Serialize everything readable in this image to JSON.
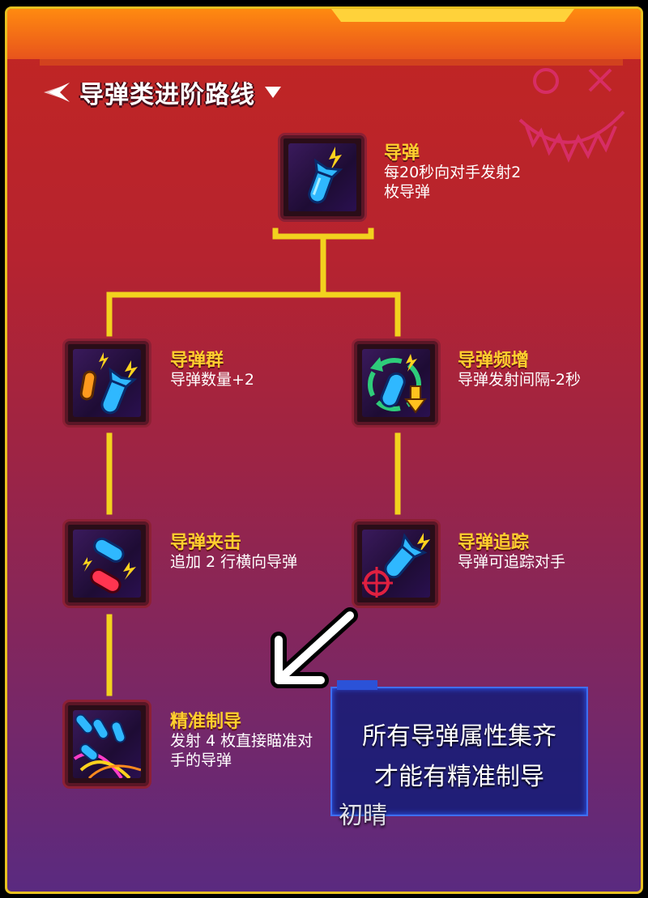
{
  "header": {
    "title": "导弹类进阶路线"
  },
  "colors": {
    "accent_yellow": "#ffcf2e",
    "line_yellow": "#f2d21e",
    "frame_yellow": "#e8c020",
    "caption_blue": "#2b52d8"
  },
  "nodes": [
    {
      "id": "missile",
      "title": "导弹",
      "desc": "每20秒向对手发射2枚导弹",
      "icon": "missile-icon"
    },
    {
      "id": "missile-swarm",
      "title": "导弹群",
      "desc": "导弹数量+2",
      "icon": "missile-swarm-icon"
    },
    {
      "id": "missile-frequency",
      "title": "导弹频增",
      "desc": "导弹发射间隔-2秒",
      "icon": "missile-frequency-icon"
    },
    {
      "id": "missile-pincer",
      "title": "导弹夹击",
      "desc": "追加 2 行横向导弹",
      "icon": "missile-pincer-icon"
    },
    {
      "id": "missile-tracking",
      "title": "导弹追踪",
      "desc": "导弹可追踪对手",
      "icon": "missile-tracking-icon"
    },
    {
      "id": "precision-guidance",
      "title": "精准制导",
      "desc": "发射 4 枚直接瞄准对手的导弹",
      "icon": "precision-guidance-icon"
    }
  ],
  "caption": {
    "line1": "所有导弹属性集齐",
    "line2": "才能有精准制导",
    "author": "初晴"
  }
}
